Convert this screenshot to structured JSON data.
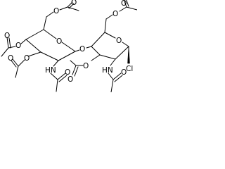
{
  "molecule": {
    "atom_symbols": {
      "oxygen": "O",
      "nitrogen_h": "HN",
      "chlorine": "Cl"
    }
  }
}
